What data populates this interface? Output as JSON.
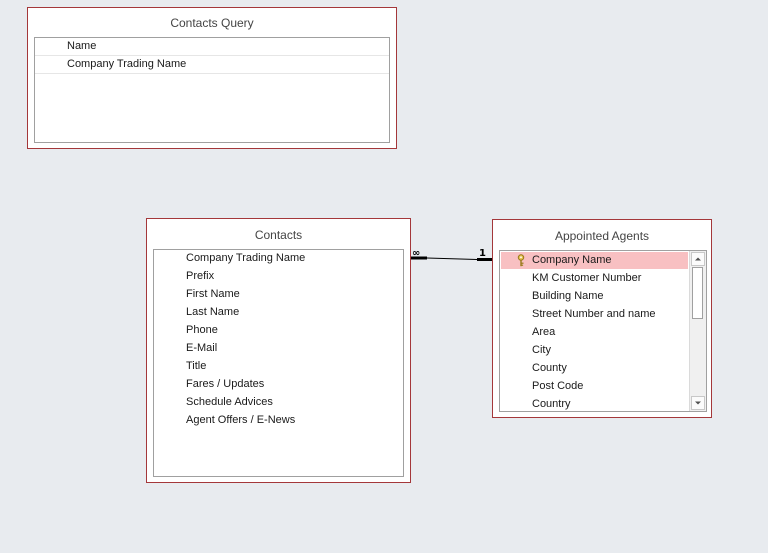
{
  "query_table": {
    "title": "Contacts Query",
    "fields": [
      "Name",
      "Company Trading Name"
    ]
  },
  "contacts_table": {
    "title": "Contacts",
    "fields": [
      "Company Trading Name",
      "Prefix",
      "First Name",
      "Last Name",
      "Phone",
      "E-Mail",
      "Title",
      "Fares / Updates",
      "Schedule Advices",
      "Agent Offers / E-News"
    ]
  },
  "agents_table": {
    "title": "Appointed Agents",
    "primary_key_field": "Company Name",
    "fields": [
      "KM Customer Number",
      "Building Name",
      "Street Number and name",
      "Area",
      "City",
      "County",
      "Post Code",
      "Country"
    ]
  },
  "relationship": {
    "many_label": "∞",
    "one_label": "1"
  },
  "icons": {
    "primary_key": "key-icon",
    "scroll_up": "chevron-up-icon",
    "scroll_down": "chevron-down-icon"
  },
  "colors": {
    "window_border": "#a4373a",
    "selected_row": "#f8c0c2",
    "canvas": "#e8ebef"
  }
}
